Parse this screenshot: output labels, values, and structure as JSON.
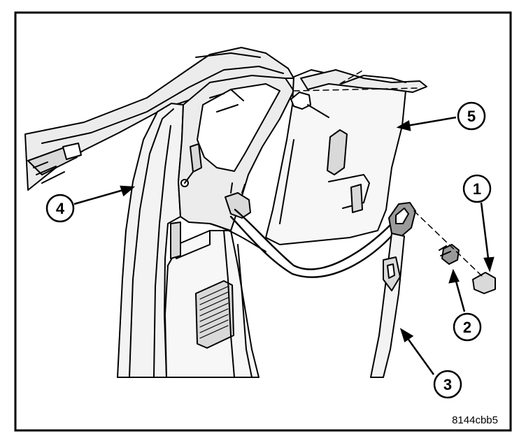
{
  "figure": {
    "code": "8144cbb5",
    "callouts": [
      {
        "id": "1",
        "label": "1"
      },
      {
        "id": "2",
        "label": "2"
      },
      {
        "id": "3",
        "label": "3"
      },
      {
        "id": "4",
        "label": "4"
      },
      {
        "id": "5",
        "label": "5"
      }
    ],
    "colors": {
      "ink": "#000000",
      "paper": "#ffffff",
      "shade": "#d9d9d9",
      "shade_dark": "#9a9a9a"
    }
  }
}
